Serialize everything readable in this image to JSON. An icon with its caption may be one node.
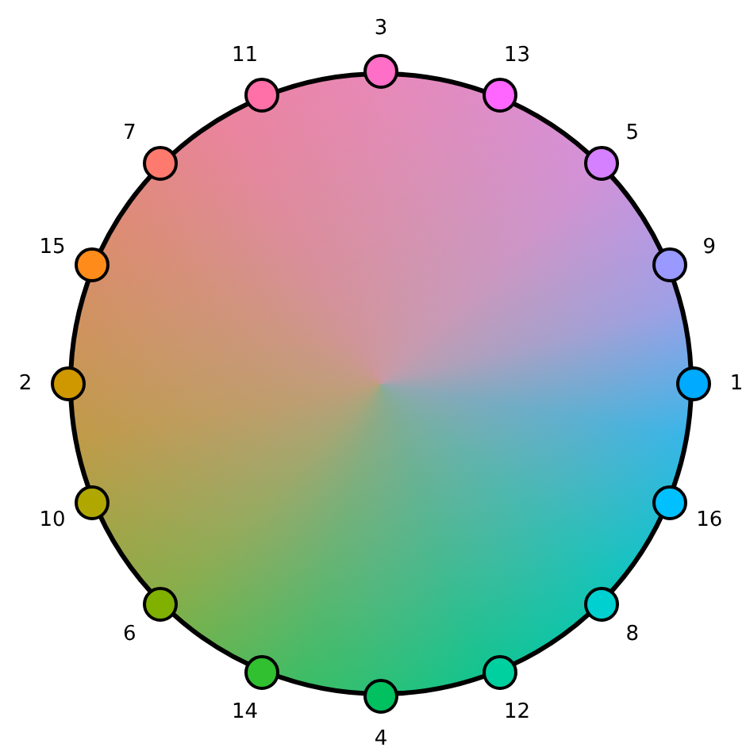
{
  "diagram": {
    "nodes": [
      {
        "text": [],
        "shape": "circle",
        "beside": [
          "3"
        ]
      },
      {
        "text": [],
        "shape": "circle",
        "beside": [
          "11"
        ]
      },
      {
        "text": [],
        "shape": "circle",
        "beside": [
          "13"
        ]
      },
      {
        "text": [],
        "shape": "circle",
        "beside": [
          "7"
        ]
      },
      {
        "text": [],
        "shape": "circle",
        "beside": [
          "5"
        ]
      },
      {
        "text": [],
        "shape": "circle",
        "beside": [
          "15"
        ]
      },
      {
        "text": [],
        "shape": "circle",
        "beside": [
          "9"
        ]
      },
      {
        "text": [],
        "shape": "circle",
        "beside": [
          "2"
        ]
      },
      {
        "text": [],
        "shape": "circle",
        "beside": [
          "1"
        ]
      },
      {
        "text": [],
        "shape": "circle",
        "beside": [
          "10"
        ]
      },
      {
        "text": [],
        "shape": "circle",
        "beside": [
          "16"
        ]
      },
      {
        "text": [],
        "shape": "circle",
        "beside": [
          "6"
        ]
      },
      {
        "text": [],
        "shape": "circle",
        "beside": [
          "8"
        ]
      },
      {
        "text": [],
        "shape": "circle",
        "beside": [
          "14"
        ]
      },
      {
        "text": [],
        "shape": "circle",
        "beside": [
          "12"
        ]
      },
      {
        "text": [],
        "shape": "circle",
        "beside": [
          "4"
        ]
      }
    ]
  }
}
